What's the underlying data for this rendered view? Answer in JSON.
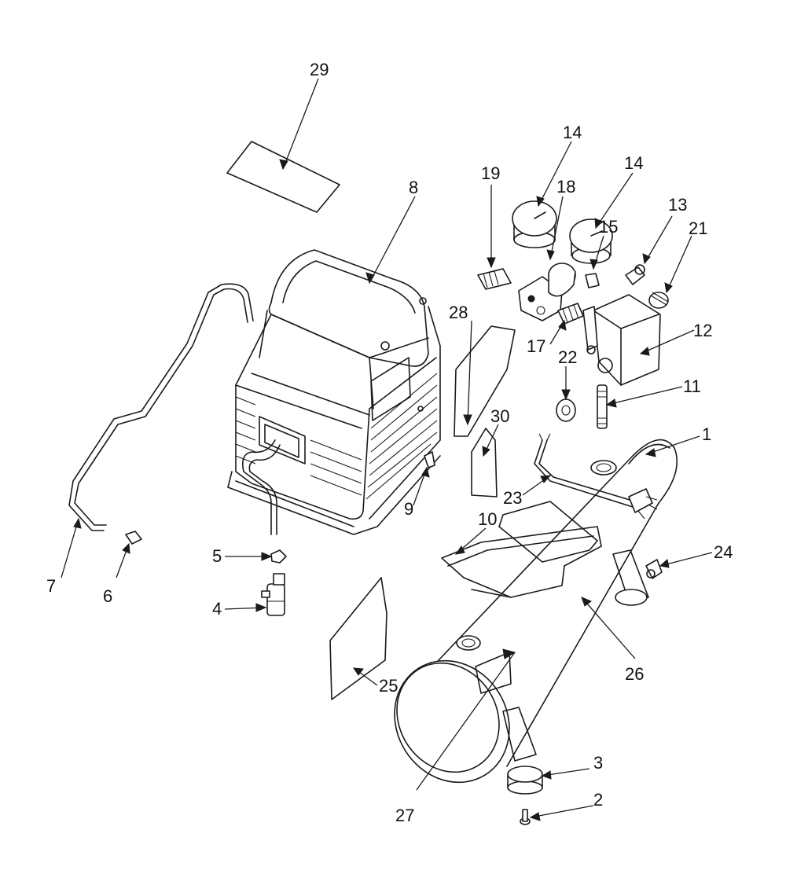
{
  "diagram": {
    "callouts": [
      {
        "id": "c1",
        "label": "1"
      },
      {
        "id": "c2",
        "label": "2"
      },
      {
        "id": "c3",
        "label": "3"
      },
      {
        "id": "c4",
        "label": "4"
      },
      {
        "id": "c5",
        "label": "5"
      },
      {
        "id": "c6",
        "label": "6"
      },
      {
        "id": "c7",
        "label": "7"
      },
      {
        "id": "c8",
        "label": "8"
      },
      {
        "id": "c9",
        "label": "9"
      },
      {
        "id": "c10",
        "label": "10"
      },
      {
        "id": "c11",
        "label": "11"
      },
      {
        "id": "c12",
        "label": "12"
      },
      {
        "id": "c13",
        "label": "13"
      },
      {
        "id": "c14a",
        "label": "14"
      },
      {
        "id": "c14b",
        "label": "14"
      },
      {
        "id": "c15",
        "label": "15"
      },
      {
        "id": "c17",
        "label": "17"
      },
      {
        "id": "c18",
        "label": "18"
      },
      {
        "id": "c19",
        "label": "19"
      },
      {
        "id": "c21",
        "label": "21"
      },
      {
        "id": "c22",
        "label": "22"
      },
      {
        "id": "c23",
        "label": "23"
      },
      {
        "id": "c24",
        "label": "24"
      },
      {
        "id": "c25",
        "label": "25"
      },
      {
        "id": "c26",
        "label": "26"
      },
      {
        "id": "c27",
        "label": "27"
      },
      {
        "id": "c28",
        "label": "28"
      },
      {
        "id": "c29",
        "label": "29"
      },
      {
        "id": "c30",
        "label": "30"
      }
    ]
  }
}
